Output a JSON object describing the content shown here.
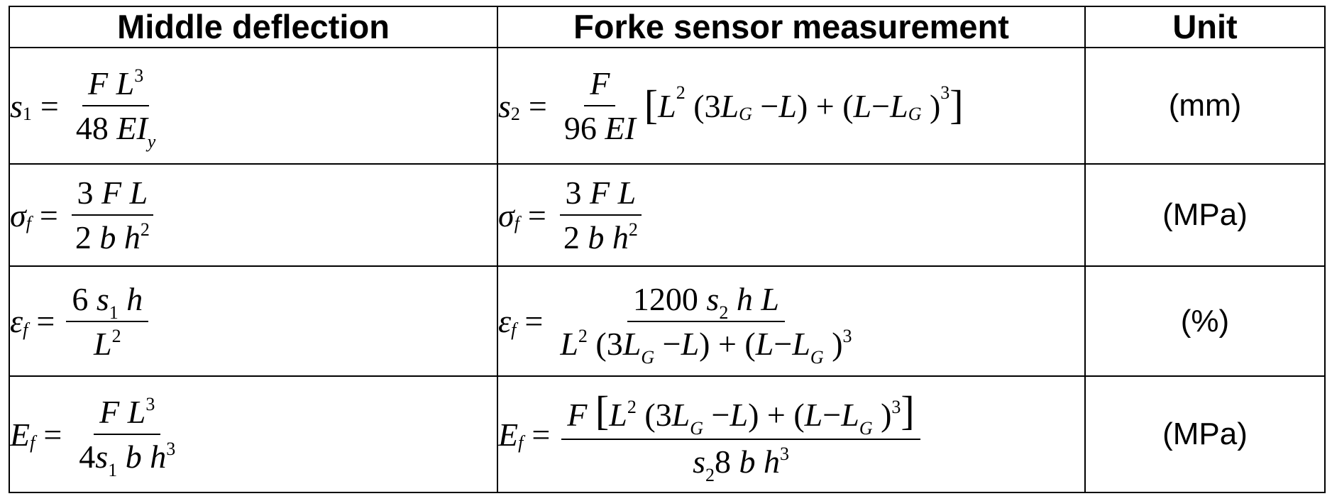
{
  "headers": [
    "Middle deflection",
    "Forke sensor measurement",
    "Unit"
  ],
  "units": [
    "(mm)",
    "(MPa)",
    "(%)",
    "(MPa)"
  ]
}
